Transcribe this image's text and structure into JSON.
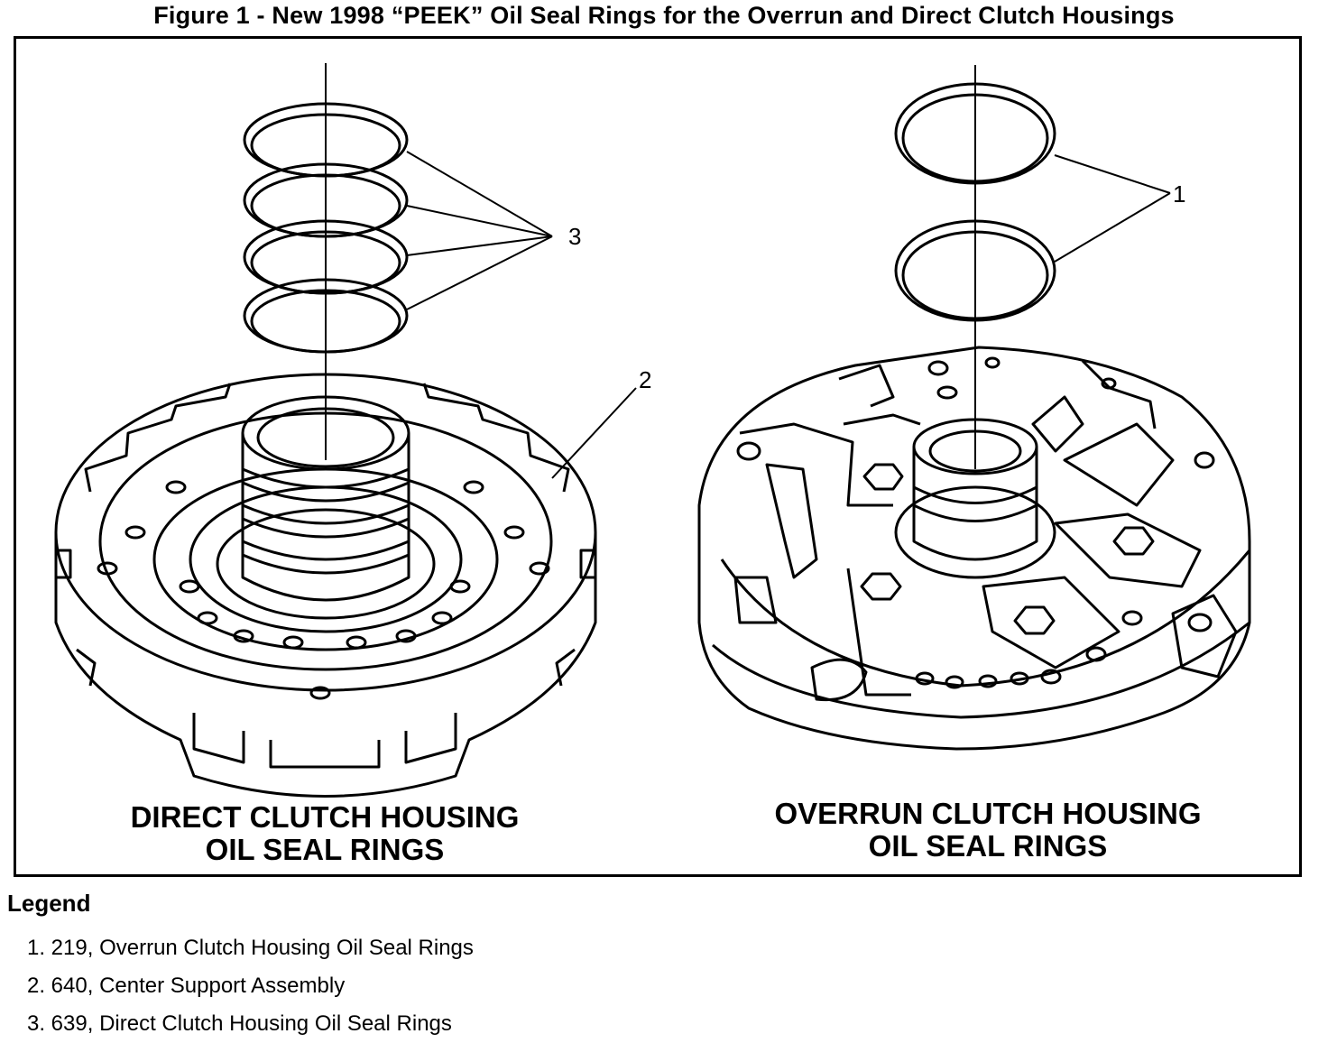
{
  "figure": {
    "title": "Figure 1 - New 1998 “PEEK” Oil Seal Rings for the Overrun and Direct Clutch Housings"
  },
  "left_view": {
    "caption_line1": "DIRECT CLUTCH HOUSING",
    "caption_line2": "OIL SEAL RINGS",
    "callout_rings": "3",
    "callout_support": "2"
  },
  "right_view": {
    "caption_line1": "OVERRUN CLUTCH HOUSING",
    "caption_line2": "OIL SEAL RINGS",
    "callout_rings": "1"
  },
  "legend": {
    "title": "Legend",
    "items": [
      "1. 219, Overrun Clutch Housing Oil Seal Rings",
      "2. 640, Center Support Assembly",
      "3. 639, Direct Clutch Housing Oil Seal Rings"
    ]
  }
}
